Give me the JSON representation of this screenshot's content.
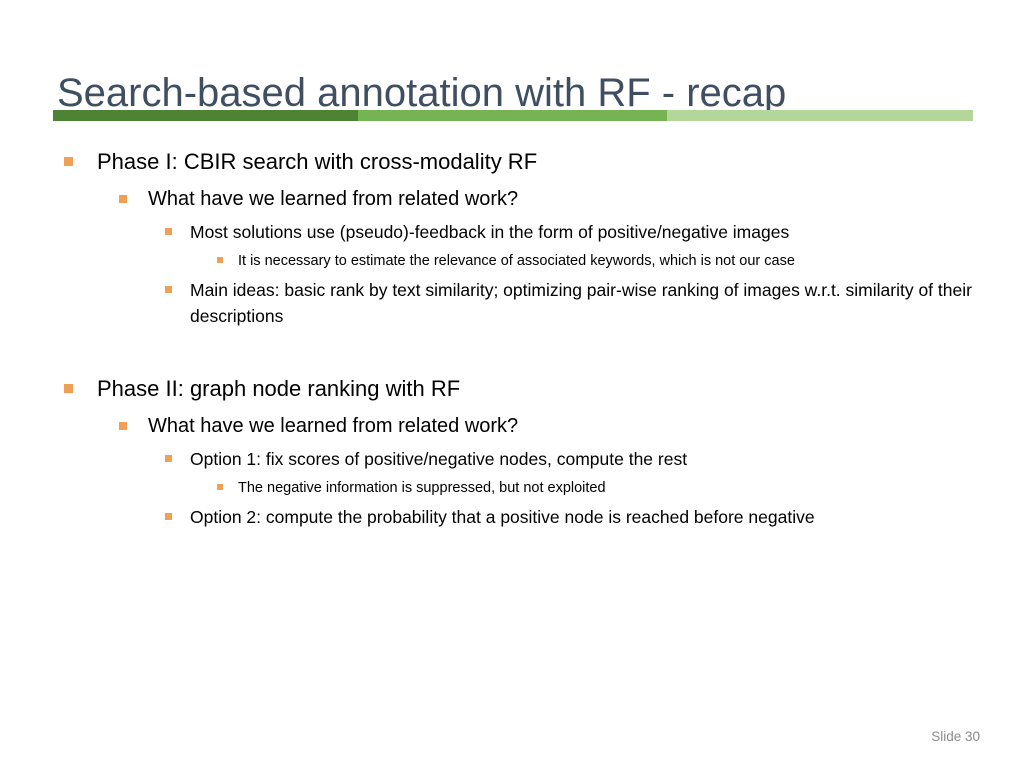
{
  "slide": {
    "title": "Search-based annotation with RF - recap",
    "slide_number_label": "Slide 30",
    "colors": {
      "title_text": "#404E62",
      "bullet_marker": "#F0A055",
      "body_text": "#000000",
      "accent_dark_green": "#4E8234",
      "accent_mid_green": "#76B353",
      "accent_light_green": "#B3D79A",
      "slide_number_text": "#8C8C8C",
      "background": "#FFFFFF"
    },
    "accent_bar": {
      "segments": [
        {
          "name": "dark-green-segment",
          "color": "#4E8234"
        },
        {
          "name": "mid-green-segment",
          "color": "#76B353"
        },
        {
          "name": "light-green-segment",
          "color": "#B3D79A"
        }
      ]
    },
    "bullets": [
      {
        "level": 1,
        "text": "Phase I: CBIR search with cross-modality RF"
      },
      {
        "level": 2,
        "text": "What have we learned from related work?"
      },
      {
        "level": 3,
        "text": "Most solutions use (pseudo)-feedback in the form of positive/negative images"
      },
      {
        "level": 4,
        "text": "It is necessary to estimate the relevance of associated keywords, which is not our case"
      },
      {
        "level": 3,
        "text": "Main ideas: basic rank by text similarity; optimizing pair-wise ranking of images w.r.t. similarity of their descriptions"
      },
      {
        "level": 1,
        "text": "Phase II: graph node ranking with RF"
      },
      {
        "level": 2,
        "text": "What have we learned from related work?"
      },
      {
        "level": 3,
        "text": "Option 1: fix scores of positive/negative nodes, compute the rest"
      },
      {
        "level": 4,
        "text": "The negative information is suppressed, but not exploited"
      },
      {
        "level": 3,
        "text": "Option 2: compute the probability that a positive node is reached before negative"
      }
    ]
  }
}
